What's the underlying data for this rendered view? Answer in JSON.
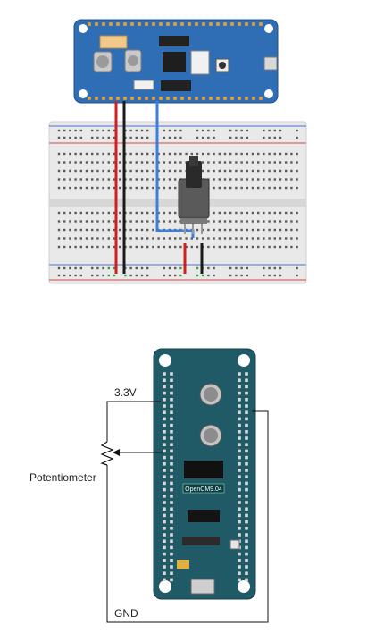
{
  "schematic": {
    "label_vcc": "3.3V",
    "label_pot": "Potentiometer",
    "label_gnd": "GND",
    "board_label": "OpenCM9.04"
  },
  "colors": {
    "board_blue": "#2f6db5",
    "board_dark_teal": "#1f5a66",
    "breadboard": "#e8e8e8",
    "wire_red": "#d11f1f",
    "wire_black": "#1a1a1a",
    "wire_blue": "#3d7fd9",
    "rail_red": "#d24a4a",
    "rail_blue": "#4a6fd2"
  },
  "icons": [
    "potentiometer-icon",
    "resistor-symbol-icon",
    "usb-port-icon",
    "capacitor-icon"
  ]
}
